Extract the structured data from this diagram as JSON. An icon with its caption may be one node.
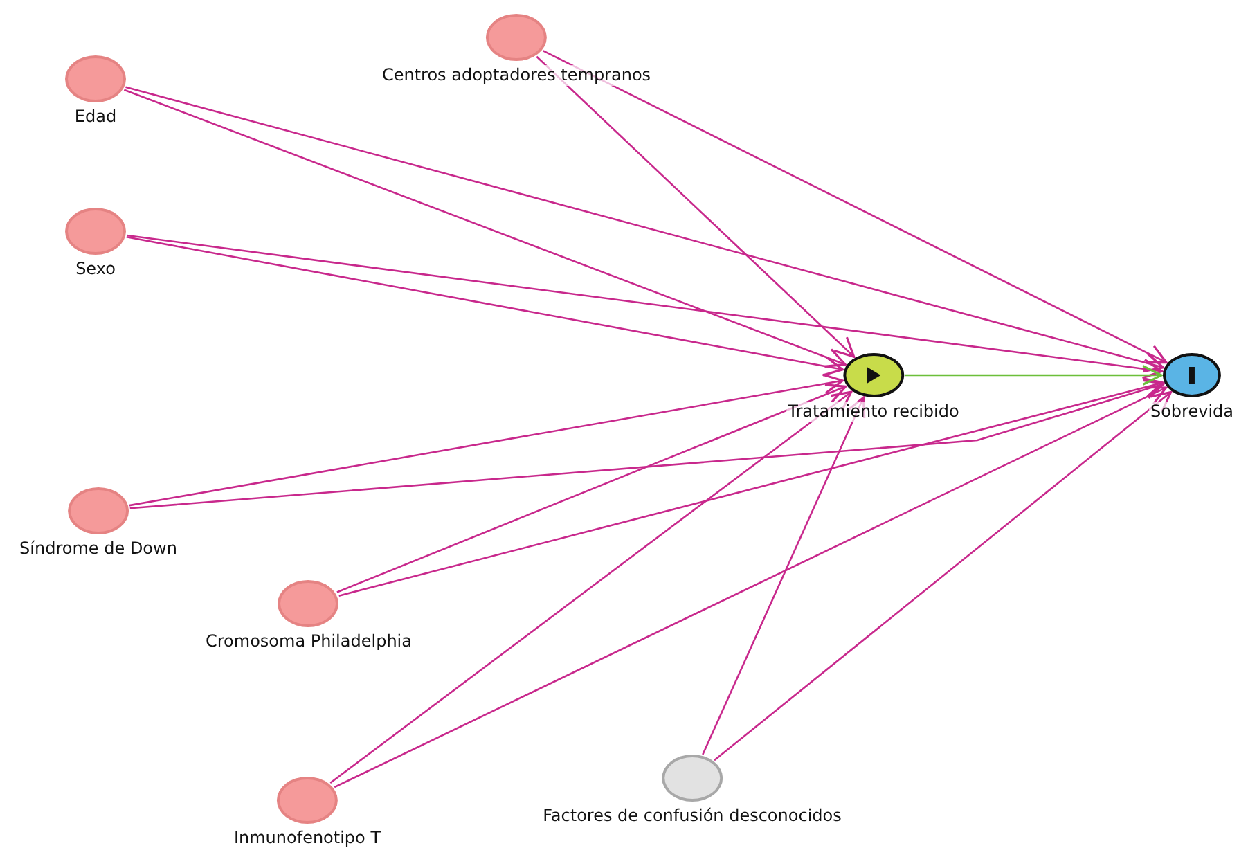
{
  "diagram": {
    "nodes": [
      {
        "text": [
          "Centros adoptadores tempranos"
        ]
      },
      {
        "text": [
          "Edad"
        ]
      },
      {
        "text": [
          "Sexo"
        ]
      },
      {
        "text": [
          "Tratamiento recibido"
        ]
      },
      {
        "text": [
          "Sobrevida"
        ]
      },
      {
        "text": [
          "Síndrome de Down"
        ]
      },
      {
        "text": [
          "Cromosoma Philadelphia"
        ]
      },
      {
        "text": [
          "Factores de confusión desconocidos"
        ]
      },
      {
        "text": [
          "Inmunofenotipo T"
        ]
      }
    ],
    "edges": [
      {
        "from": 1,
        "to": 3,
        "arrow": "to"
      },
      {
        "from": 1,
        "to": 4,
        "arrow": "to"
      },
      {
        "from": 0,
        "to": 3,
        "arrow": "to"
      },
      {
        "from": 0,
        "to": 4,
        "arrow": "to"
      },
      {
        "from": 2,
        "to": 3,
        "arrow": "to"
      },
      {
        "from": 2,
        "to": 4,
        "arrow": "to"
      },
      {
        "from": 5,
        "to": 3,
        "arrow": "to"
      },
      {
        "from": 5,
        "to": 4,
        "arrow": "to"
      },
      {
        "from": 6,
        "to": 3,
        "arrow": "to"
      },
      {
        "from": 6,
        "to": 4,
        "arrow": "to"
      },
      {
        "from": 8,
        "to": 3,
        "arrow": "to"
      },
      {
        "from": 8,
        "to": 4,
        "arrow": "to"
      },
      {
        "from": 7,
        "to": 3,
        "arrow": "to"
      },
      {
        "from": 7,
        "to": 4,
        "arrow": "to"
      },
      {
        "from": 3,
        "to": 4,
        "arrow": "to",
        "color": "#6cbf3a"
      }
    ]
  }
}
